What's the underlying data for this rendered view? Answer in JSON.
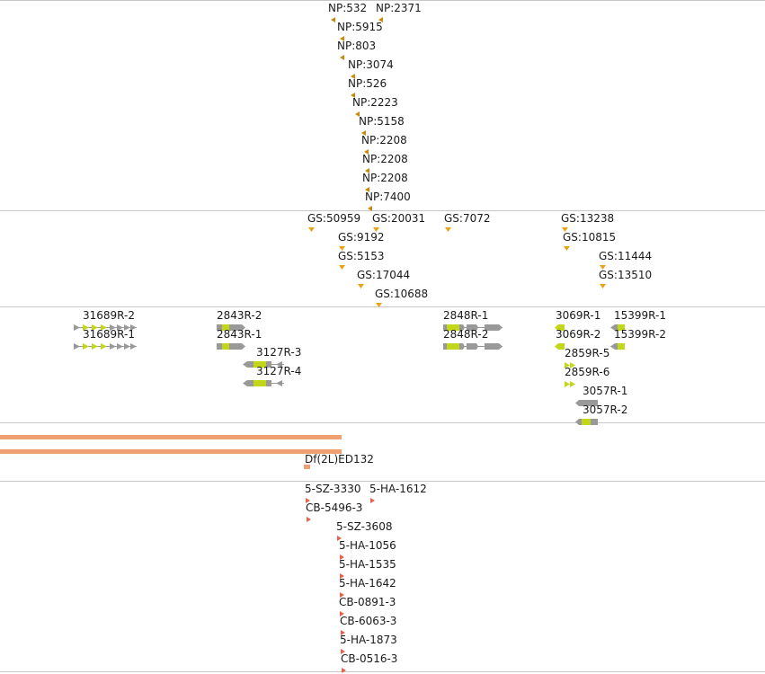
{
  "colors": {
    "separator": "#c8c8c8",
    "np_marker": "#c98a0b",
    "gs_marker": "#e8a317",
    "gene_gray": "#999999",
    "gene_yellow": "#c2d61a",
    "deficiency": "#f0a070",
    "insertion_marker": "#e8604a"
  },
  "np_track": {
    "features": [
      {
        "label": "NP:532",
        "marker": "left-triangle"
      },
      {
        "label": "NP:2371",
        "marker": "left-triangle"
      },
      {
        "label": "NP:5915",
        "marker": "left-triangle"
      },
      {
        "label": "NP:803",
        "marker": "left-triangle"
      },
      {
        "label": "NP:3074",
        "marker": "left-triangle"
      },
      {
        "label": "NP:526",
        "marker": "left-triangle"
      },
      {
        "label": "NP:2223",
        "marker": "left-triangle"
      },
      {
        "label": "NP:5158",
        "marker": "left-triangle"
      },
      {
        "label": "NP:2208",
        "marker": "left-triangle"
      },
      {
        "label": "NP:2208",
        "marker": "left-triangle"
      },
      {
        "label": "NP:2208",
        "marker": "left-triangle"
      },
      {
        "label": "NP:7400",
        "marker": "left-triangle"
      }
    ]
  },
  "gs_track": {
    "features": [
      {
        "label": "GS:50959",
        "marker": "down-triangle"
      },
      {
        "label": "GS:20031",
        "marker": "down-triangle"
      },
      {
        "label": "GS:7072",
        "marker": "down-triangle"
      },
      {
        "label": "GS:13238",
        "marker": "down-triangle"
      },
      {
        "label": "GS:9192",
        "marker": "down-triangle"
      },
      {
        "label": "GS:10815",
        "marker": "down-triangle"
      },
      {
        "label": "GS:5153",
        "marker": "down-triangle"
      },
      {
        "label": "GS:11444",
        "marker": "down-triangle"
      },
      {
        "label": "GS:17044",
        "marker": "down-triangle"
      },
      {
        "label": "GS:13510",
        "marker": "down-triangle"
      },
      {
        "label": "GS:10688",
        "marker": "down-triangle"
      }
    ]
  },
  "gene_track": {
    "features": [
      {
        "label": "31689R-2",
        "strand": "forward"
      },
      {
        "label": "31689R-1",
        "strand": "forward"
      },
      {
        "label": "2843R-2",
        "strand": "forward"
      },
      {
        "label": "2843R-1",
        "strand": "forward"
      },
      {
        "label": "3127R-3",
        "strand": "reverse"
      },
      {
        "label": "3127R-4",
        "strand": "reverse"
      },
      {
        "label": "2848R-1",
        "strand": "forward"
      },
      {
        "label": "2848R-2",
        "strand": "forward"
      },
      {
        "label": "3069R-1",
        "strand": "reverse"
      },
      {
        "label": "15399R-1",
        "strand": "reverse"
      },
      {
        "label": "3069R-2",
        "strand": "reverse"
      },
      {
        "label": "15399R-2",
        "strand": "reverse"
      },
      {
        "label": "2859R-5",
        "strand": "forward"
      },
      {
        "label": "2859R-6",
        "strand": "forward"
      },
      {
        "label": "3057R-1",
        "strand": "reverse"
      },
      {
        "label": "3057R-2",
        "strand": "reverse"
      }
    ]
  },
  "deficiency_track": {
    "features": [
      {
        "label": "Df(2L)ED132"
      }
    ]
  },
  "insertion_track": {
    "features": [
      {
        "label": "5-SZ-3330",
        "marker": "right-triangle"
      },
      {
        "label": "5-HA-1612",
        "marker": "right-triangle"
      },
      {
        "label": "CB-5496-3",
        "marker": "right-triangle"
      },
      {
        "label": "5-SZ-3608",
        "marker": "right-triangle"
      },
      {
        "label": "5-HA-1056",
        "marker": "right-triangle"
      },
      {
        "label": "5-HA-1535",
        "marker": "right-triangle"
      },
      {
        "label": "5-HA-1642",
        "marker": "right-triangle"
      },
      {
        "label": "CB-0891-3",
        "marker": "right-triangle"
      },
      {
        "label": "CB-6063-3",
        "marker": "right-triangle"
      },
      {
        "label": "5-HA-1873",
        "marker": "right-triangle"
      },
      {
        "label": "CB-0516-3",
        "marker": "right-triangle"
      }
    ]
  }
}
